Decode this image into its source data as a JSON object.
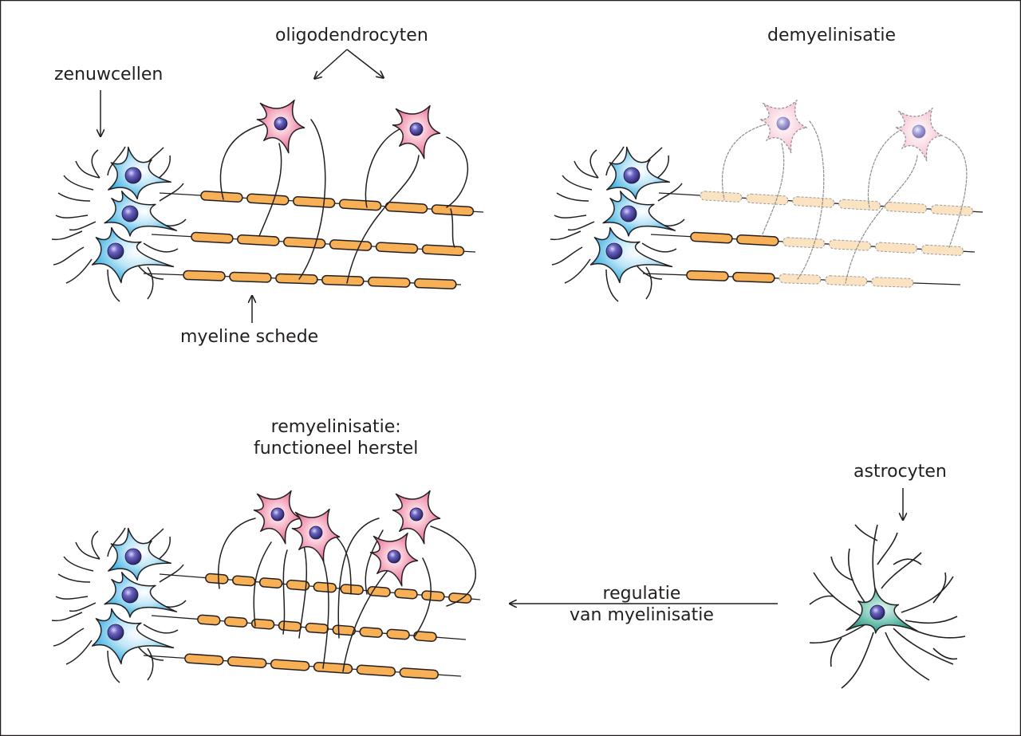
{
  "labels": {
    "zenuwcellen": "zenuwcellen",
    "oligodendrocyten": "oligodendrocyten",
    "myeline_schede": "myeline schede",
    "demyelinisatie": "demyelinisatie",
    "remyelinisatie_line1": "remyelinisatie:",
    "remyelinisatie_line2": "functioneel herstel",
    "astrocyten": "astrocyten",
    "regulatie_line1": "regulatie",
    "regulatie_line2": "van myelinisatie"
  },
  "colors": {
    "neuron": "#27a8e0",
    "oligodendrocyte": "#e0507a",
    "oligodendrocyte_faded": "#f5b8c8",
    "myelin": "#f7b055",
    "astrocyte": "#2a9d8f",
    "nucleus": "#3a3580",
    "outline": "#231f20"
  }
}
